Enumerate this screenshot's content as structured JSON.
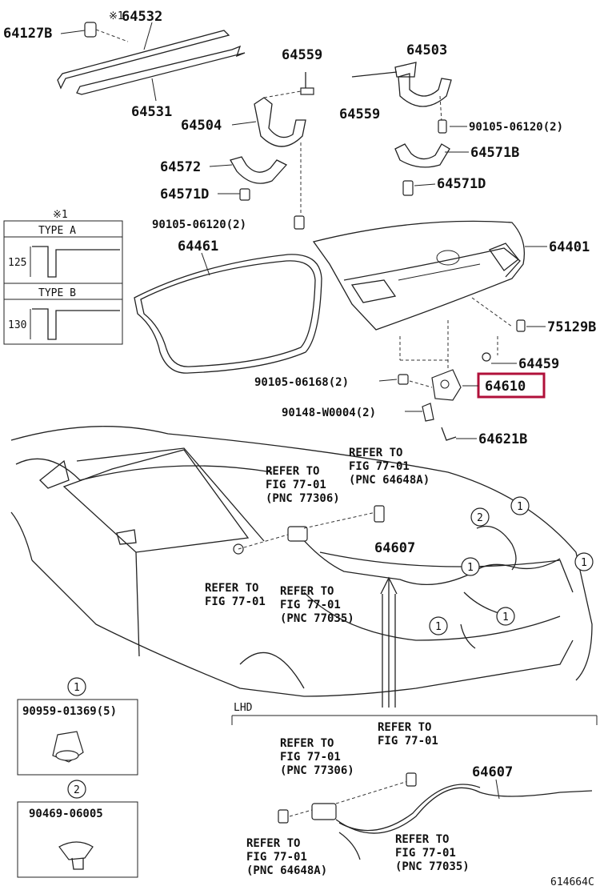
{
  "parts": {
    "p64532": "64532",
    "p64532_mark": "※1",
    "p64127B": "64127B",
    "p64531": "64531",
    "p64559_a": "64559",
    "p64504": "64504",
    "p64572": "64572",
    "p64571D_a": "64571D",
    "p90105_a": "90105-06120(2)",
    "p64503": "64503",
    "p64559_b": "64559",
    "p90105_b": "90105-06120(2)",
    "p64571B": "64571B",
    "p64571D_b": "64571D",
    "p64461": "64461",
    "p64401": "64401",
    "p75129B": "75129B",
    "p64459": "64459",
    "p64610": "64610",
    "p90105_c": "90105-06168(2)",
    "p90148": "90148-W0004(2)",
    "p64621B": "64621B",
    "p64607_a": "64607",
    "p64607_b": "64607"
  },
  "type_box": {
    "mark": "※1",
    "type_a": "TYPE A",
    "type_a_dim": "125",
    "type_b": "TYPE B",
    "type_b_dim": "130"
  },
  "refs": {
    "r1_l1": "REFER TO",
    "r1_l2": "FIG 77-01",
    "r1_l3": "(PNC 64648A)",
    "r2_l1": "REFER TO",
    "r2_l2": "FIG 77-01",
    "r2_l3": "(PNC 77306)",
    "r3_l1": "REFER TO",
    "r3_l2": "FIG 77-01",
    "r4_l1": "REFER TO",
    "r4_l2": "FIG 77-01",
    "r4_l3": "(PNC 77035)",
    "r5_l1": "REFER TO",
    "r5_l2": "FIG 77-01",
    "r5_l3": "(PNC 77306)",
    "r6_l1": "REFER TO",
    "r6_l2": "FIG 77-01",
    "r7_l1": "REFER TO",
    "r7_l2": "FIG 77-01",
    "r7_l3": "(PNC 64648A)",
    "r8_l1": "REFER TO",
    "r8_l2": "FIG 77-01",
    "r8_l3": "(PNC 77035)"
  },
  "clips": {
    "c1_num": "1",
    "c1_part": "90959-01369(5)",
    "c2_num": "2",
    "c2_part": "90469-06005"
  },
  "markers": {
    "one": "1",
    "two": "2"
  },
  "lhd_label": "LHD",
  "figure_id": "614664C",
  "highlight_color": "#b0103a"
}
